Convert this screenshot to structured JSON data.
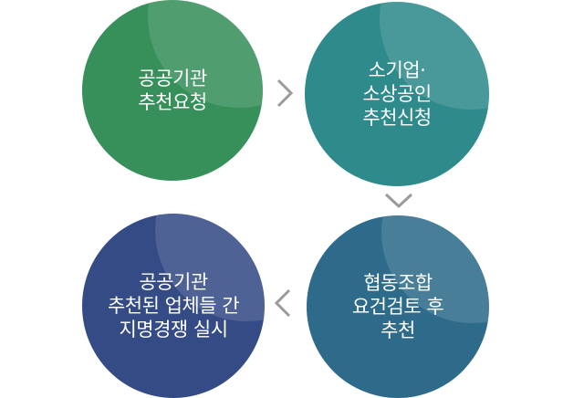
{
  "steps": [
    {
      "lines": [
        "공공기관",
        "추천요청"
      ],
      "color": "#37905a"
    },
    {
      "lines": [
        "소기업·",
        "소상공인",
        "추천신청"
      ],
      "color": "#2f8a8c"
    },
    {
      "lines": [
        "협동조합",
        "요건검토 후",
        "추천"
      ],
      "color": "#2e6b8a"
    },
    {
      "lines": [
        "공공기관",
        "추천된 업체들 간",
        "지명경쟁 실시"
      ],
      "color": "#344b86"
    }
  ],
  "arrows": [
    {
      "icon": "chevron-right-icon",
      "color": "#9a9a9a"
    },
    {
      "icon": "chevron-down-icon",
      "color": "#9a9a9a"
    },
    {
      "icon": "chevron-left-icon",
      "color": "#9a9a9a"
    }
  ]
}
